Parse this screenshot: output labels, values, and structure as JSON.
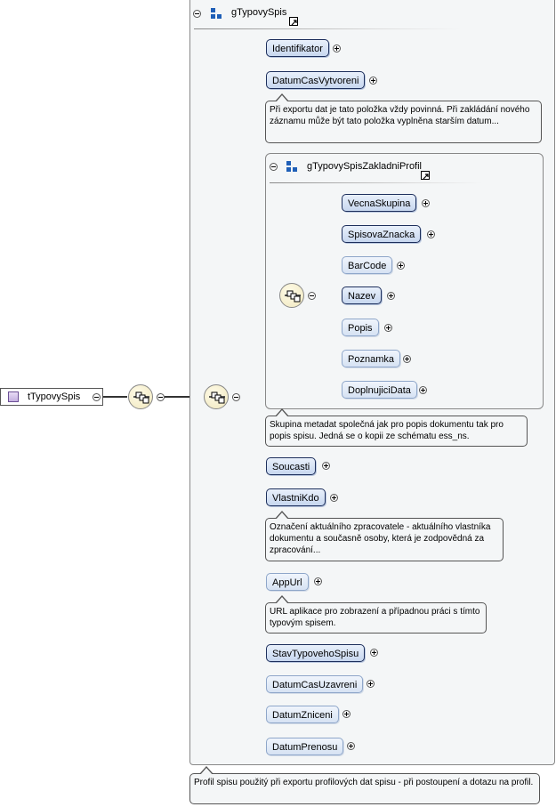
{
  "root": {
    "label": "tTypovySpis"
  },
  "outer_group": {
    "title": "gTypovySpis",
    "items": [
      {
        "label": "Identifikator",
        "required": true
      },
      {
        "label": "DatumCasVytvoreni",
        "required": true
      },
      {
        "label": "Soucasti",
        "required": true
      },
      {
        "label": "VlastniKdo",
        "required": true
      },
      {
        "label": "AppUrl",
        "required": false
      },
      {
        "label": "StavTypovehoSpisu",
        "required": true
      },
      {
        "label": "DatumCasUzavreni",
        "required": false
      },
      {
        "label": "DatumZniceni",
        "required": false
      },
      {
        "label": "DatumPrenosu",
        "required": false
      }
    ]
  },
  "inner_group": {
    "title": "gTypovySpisZakladniProfil",
    "items": [
      {
        "label": "VecnaSkupina",
        "required": true
      },
      {
        "label": "SpisovaZnacka",
        "required": true
      },
      {
        "label": "BarCode",
        "required": false
      },
      {
        "label": "Nazev",
        "required": true
      },
      {
        "label": "Popis",
        "required": false
      },
      {
        "label": "Poznamka",
        "required": false
      },
      {
        "label": "DoplnujiciData",
        "required": false
      }
    ]
  },
  "annotations": {
    "datum_cas_vytvoreni": "Při exportu dat je tato položka vždy povinná. Při zakládání nového záznamu může být tato položka vyplněna starším datum...",
    "inner_group": "Skupina metadat společná jak pro popis dokumentu tak pro popis spisu. Jedná se o kopii ze schématu ess_ns.",
    "vlastni_kdo": "Označení aktuálního zpracovatele - aktuálního vlastníka dokumentu a současně osoby, která je zodpovědná za zpracování...",
    "app_url": "URL aplikace pro zobrazení a případnou práci s tímto typovým spisem.",
    "outer_group": "Profil spisu použitý při exportu profilových dat spisu - při postoupení a dotazu na profil."
  },
  "colors": {
    "required_border": "#1d2f5c",
    "optional_border": "#8ea6c9",
    "group_background": "#f4f6f7",
    "group_icon": "#1f5fb7",
    "type_icon": "#c4b0e0"
  },
  "icons": {
    "group": "group-icon",
    "sequence": "sequence-compositor-icon",
    "expand": "plus-icon",
    "collapse": "minus-icon",
    "reference": "reference-arrow-icon",
    "complex_type": "complex-type-icon"
  }
}
